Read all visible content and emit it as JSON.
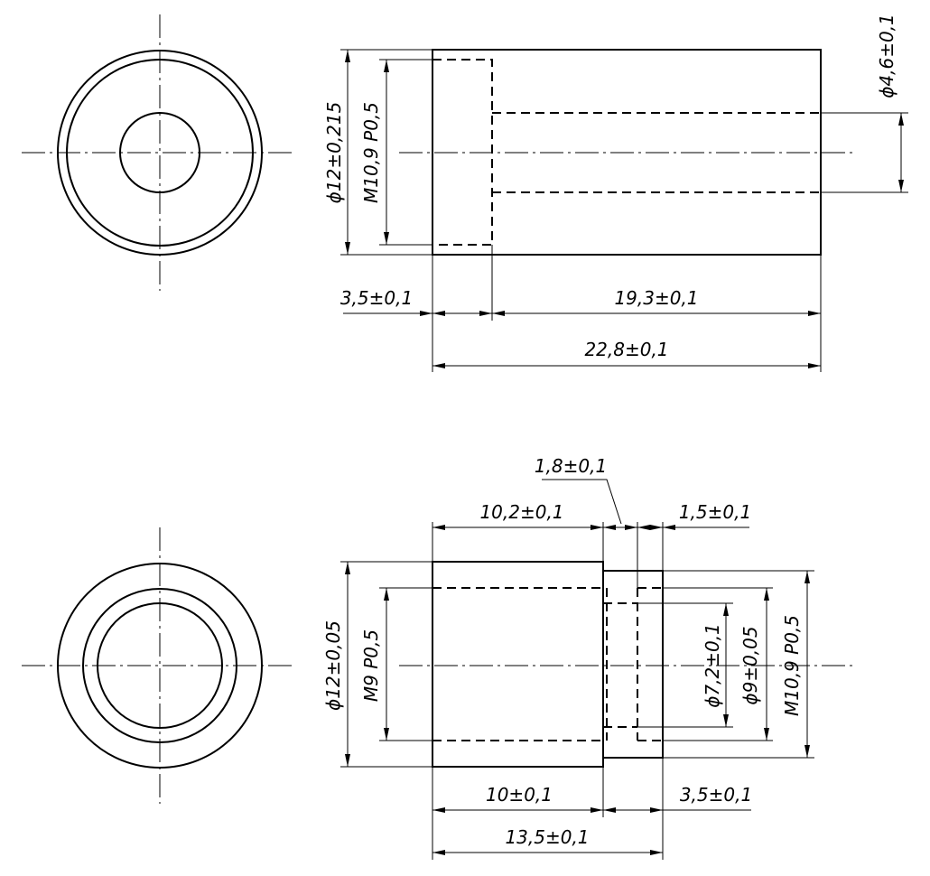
{
  "part_1": {
    "dims": {
      "outer_diameter": "ϕ12±0,215",
      "thread": "M10,9 P0,5",
      "bore_diameter": "ϕ4,6±0,1",
      "thread_depth": "3,5±0,1",
      "bore_length": "19,3±0,1",
      "total_length": "22,8±0,1"
    }
  },
  "part_2": {
    "dims": {
      "outer_diameter": "ϕ12±0,05",
      "thread_left": "M9 P0,5",
      "groove_width": "1,8±0,1",
      "body_length": "10,2±0,1",
      "right_land": "1,5±0,1",
      "hole_diameter": "ϕ7,2±0,1",
      "shoulder_diameter": "ϕ9±0,05",
      "thread_right": "M10,9 P0,5",
      "thread_length": "10±0,1",
      "right_thread_length": "3,5±0,1",
      "total_length": "13,5±0,1"
    }
  },
  "colors": {
    "line": "#000000",
    "background": "#ffffff"
  }
}
